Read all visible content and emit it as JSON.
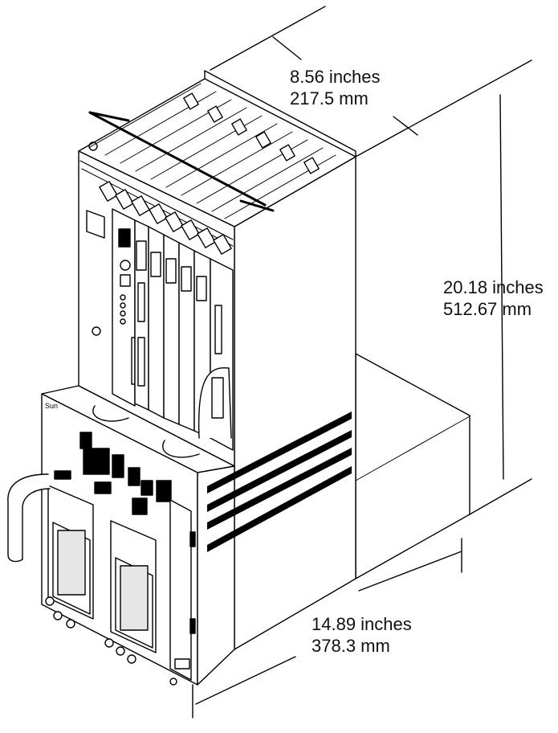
{
  "figure": {
    "dimensions": {
      "width": {
        "inches": "8.56 inches",
        "mm": "217.5 mm"
      },
      "height": {
        "inches": "20.18 inches",
        "mm": "512.67 mm"
      },
      "depth": {
        "inches": "14.89 inches",
        "mm": "378.3 mm"
      }
    },
    "logo_text": "Sun",
    "colors": {
      "line": "#000000",
      "fill": "#ffffff",
      "shade": "#d9d9d9",
      "dark": "#000000"
    }
  }
}
